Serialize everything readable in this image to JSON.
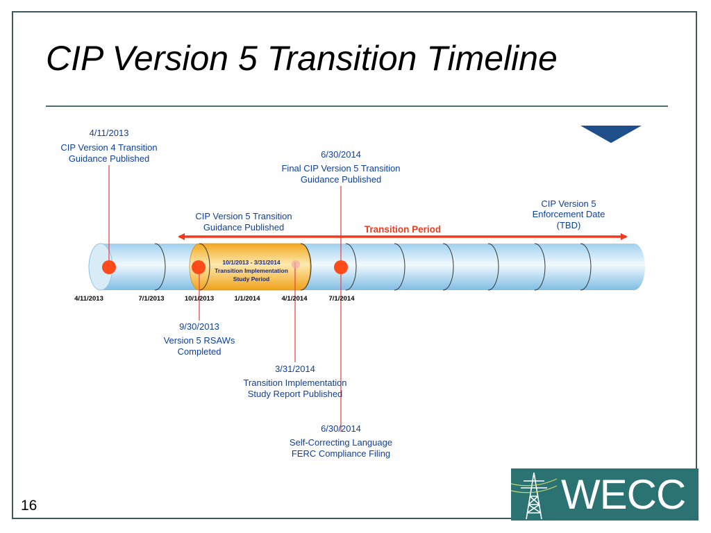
{
  "slide": {
    "title": "CIP Version 5 Transition Timeline",
    "page_number": "16"
  },
  "timeline": {
    "ticks": [
      "4/11/2013",
      "7/1/2013",
      "10/1/2013",
      "1/1/2014",
      "4/1/2014",
      "7/1/2014"
    ],
    "study_period": {
      "line1": "10/1/2013 - 3/31/2014",
      "line2": "Transition Implementation",
      "line3": "Study Period"
    },
    "transition_period_label": "Transition Period",
    "annotations": {
      "v4_guidance": {
        "date": "4/11/2013",
        "line1": "CIP Version 4 Transition",
        "line2": "Guidance Published"
      },
      "v5_final_guidance": {
        "date": "6/30/2014",
        "line1": "Final CIP Version 5 Transition",
        "line2": "Guidance Published"
      },
      "v5_guidance": {
        "line1": "CIP Version 5 Transition",
        "line2": "Guidance Published"
      },
      "enforcement": {
        "line1": "CIP Version 5",
        "line2": "Enforcement Date",
        "line3": "(TBD)"
      },
      "rsaws": {
        "date": "9/30/2013",
        "line1": "Version 5 RSAWs",
        "line2": "Completed"
      },
      "study_report": {
        "date": "3/31/2014",
        "line1": "Transition Implementation",
        "line2": "Study Report Published"
      },
      "ferc_filing": {
        "date": "6/30/2014",
        "line1": "Self-Correcting Language",
        "line2": "FERC Compliance Filing"
      }
    },
    "colors": {
      "annotation_text": "#0d3f9e",
      "marker": "#ff4a1a",
      "leader_line": "#e8494a",
      "transition_arrow": "#ee3b20",
      "study_band": "#f7b928"
    }
  },
  "logo": {
    "text": "WECC",
    "color": "#2b7273",
    "icon": "transmission-tower-icon"
  }
}
